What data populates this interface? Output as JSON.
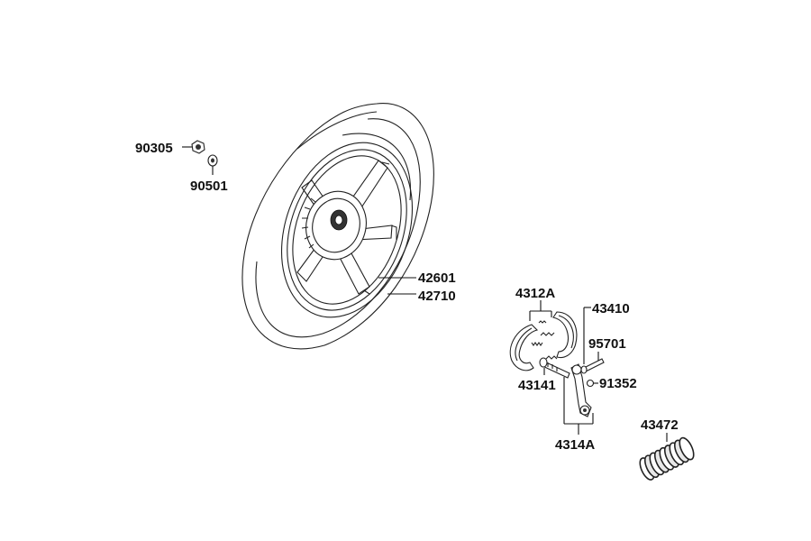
{
  "diagram": {
    "background": "#ffffff",
    "line_color": "#111111",
    "labels": {
      "p90305": "90305",
      "p90501": "90501",
      "p42601": "42601",
      "p42710": "42710",
      "p4312A": "4312A",
      "p43410": "43410",
      "p95701": "95701",
      "p43141": "43141",
      "p91352": "91352",
      "p4314A": "4314A",
      "p43472": "43472"
    }
  }
}
